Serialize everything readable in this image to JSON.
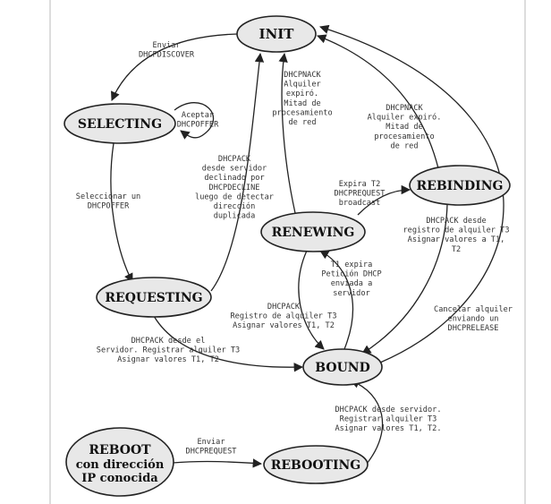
{
  "states": {
    "init": "INIT",
    "selecting": "SELECTING",
    "requesting": "REQUESTING",
    "bound": "BOUND",
    "renewing": "RENEWING",
    "rebinding": "REBINDING",
    "rebooting": "REBOOTING",
    "reboot": [
      "REBOOT",
      "con dirección",
      "IP conocida"
    ]
  },
  "transitions": {
    "init_to_selecting": [
      "Enviar",
      "DHCPDISCOVER"
    ],
    "selecting_self": [
      "Aceptar",
      "DHCPOFFER"
    ],
    "selecting_to_requesting": [
      "Seleccionar un",
      "DHCPOFFER"
    ],
    "requesting_to_init": [
      "DHCPACK",
      "desde servidor",
      "declinado por",
      "DHCPDECLINE",
      "luego de detectar",
      "dirección",
      "duplicada"
    ],
    "requesting_to_bound": [
      "DHCPACK desde el",
      "Servidor. Registrar alquiler T3",
      "Asignar valores T1, T2"
    ],
    "renewing_to_init": [
      "DHCPNACK",
      "Alquiler",
      "expiró.",
      "Mitad de",
      "procesamiento",
      "de red"
    ],
    "rebinding_to_init": [
      "DHCPNACK",
      "Alquiler expiró.",
      "Mitad de",
      "procesamiento",
      "de red"
    ],
    "renewing_to_rebinding": [
      "Expira T2",
      "DHCPREQUEST",
      "broadcast"
    ],
    "rebinding_to_bound": [
      "DHCPACK desde",
      "registro de alquiler T3",
      "Asignar valores a T1,",
      "T2"
    ],
    "bound_to_renewing": [
      "T1 expira",
      "Petición DHCP",
      "enviada a",
      "servidor"
    ],
    "renewing_to_bound": [
      "DHCPACK",
      "Registro de alquiler T3",
      "Asignar valores T1, T2"
    ],
    "bound_to_init": [
      "Cancelar alquiler",
      "enviando un",
      "DHCPRELEASE"
    ],
    "reboot_to_rebooting": [
      "Enviar",
      "DHCPREQUEST"
    ],
    "rebooting_to_bound": [
      "DHCPACK desde servidor.",
      "Registrar alquiler T3",
      "Asignar valores T1, T2."
    ]
  }
}
